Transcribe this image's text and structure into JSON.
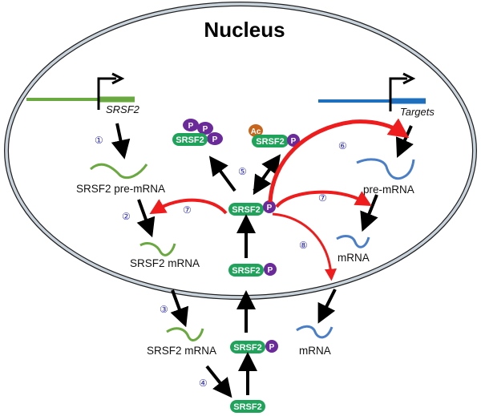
{
  "title": "Nucleus",
  "colors": {
    "srsf2_gene": "#6aa840",
    "target_gene": "#1f6fbf",
    "protein": "#1fa35a",
    "phospho": "#6a2a9a",
    "acetyl": "#c8651c",
    "regulation": "#ee1c1c",
    "step_number": "#2a2ab0",
    "membrane": "#c9d3dc"
  },
  "genes": {
    "srsf2": "SRSF2",
    "targets": "Targets"
  },
  "labels": {
    "srsf2_pre_mrna": "SRSF2 pre-mRNA",
    "srsf2_mrna_nuclear": "SRSF2 mRNA",
    "srsf2_mrna_cytoplasm": "SRSF2 mRNA",
    "target_pre_mrna": "pre-mRNA",
    "target_mrna_nuclear": "mRNA",
    "target_mrna_cytoplasm": "mRNA"
  },
  "protein": {
    "name": "SRSF2",
    "phospho": "P",
    "acetyl": "Ac"
  },
  "steps": [
    "①",
    "②",
    "③",
    "④",
    "⑤",
    "⑥",
    "⑦",
    "⑦",
    "⑧"
  ]
}
